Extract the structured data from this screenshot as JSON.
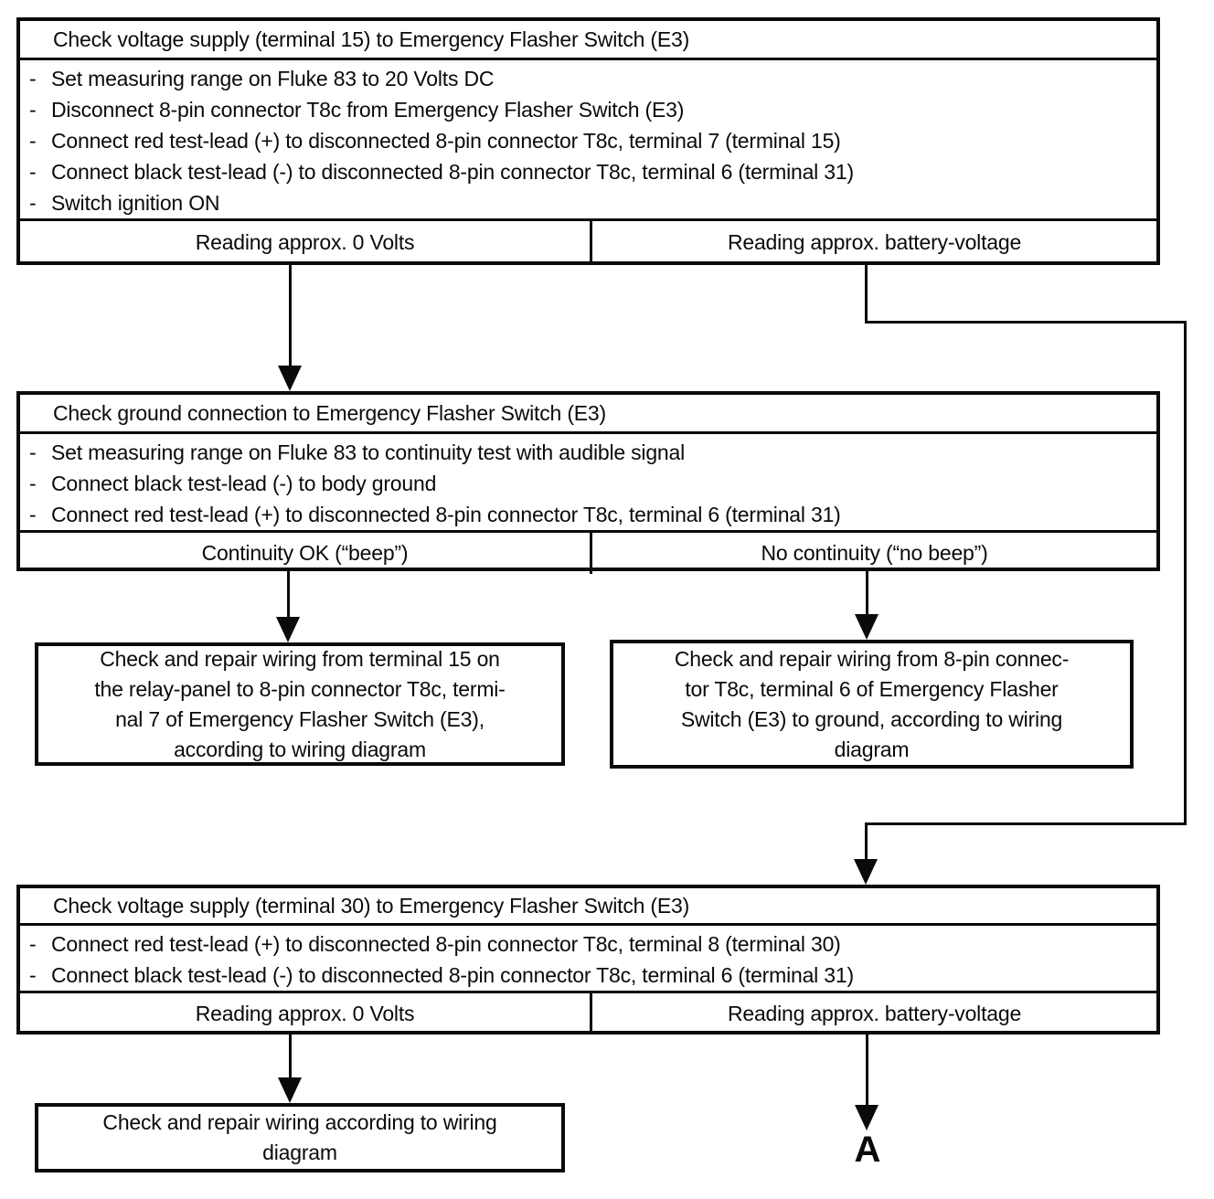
{
  "bullet": "-",
  "colors": {
    "ink": "#0a0a0a",
    "paper": "#ffffff"
  },
  "boxes": {
    "check15": {
      "title": "Check voltage supply (terminal 15) to Emergency Flasher Switch (E3)",
      "steps": [
        "Set measuring range on Fluke 83 to 20 Volts DC",
        "Disconnect 8-pin connector T8c from Emergency Flasher Switch (E3)",
        "Connect red test-lead (+) to disconnected 8-pin connector T8c, terminal 7 (terminal 15)",
        "Connect black test-lead (-) to disconnected 8-pin connector T8c, terminal 6 (terminal 31)",
        "Switch ignition ON"
      ],
      "result_left": "Reading approx. 0 Volts",
      "result_right": "Reading approx. battery-voltage"
    },
    "ground": {
      "title": "Check ground connection to Emergency Flasher Switch (E3)",
      "steps": [
        "Set measuring range on Fluke 83 to continuity test with audible signal",
        "Connect black test-lead (-) to body ground",
        "Connect red test-lead (+) to disconnected 8-pin connector T8c, terminal 6 (terminal 31)"
      ],
      "result_left": "Continuity OK (“beep”)",
      "result_right": "No continuity (“no beep”)"
    },
    "check30": {
      "title": "Check voltage supply (terminal 30) to Emergency Flasher Switch (E3)",
      "steps": [
        "Connect red test-lead (+) to disconnected 8-pin connector T8c, terminal 8 (terminal 30)",
        "Connect black test-lead (-) to disconnected 8-pin connector T8c, terminal 6 (terminal 31)"
      ],
      "result_left": "Reading approx. 0 Volts",
      "result_right": "Reading approx. battery-voltage"
    },
    "repair_term15": {
      "lines": [
        "Check and repair wiring from terminal 15 on",
        "the relay-panel to 8-pin connector T8c, termi-",
        "nal 7 of Emergency Flasher Switch (E3),",
        "according to wiring diagram"
      ]
    },
    "repair_ground": {
      "lines": [
        "Check and repair wiring from 8-pin connec-",
        "tor T8c, terminal 6 of Emergency Flasher",
        "Switch (E3) to ground, according to wiring",
        "diagram"
      ]
    },
    "repair_wiring": {
      "lines": [
        "Check and repair wiring according to wiring",
        "diagram"
      ]
    }
  },
  "terminal_label": "A"
}
